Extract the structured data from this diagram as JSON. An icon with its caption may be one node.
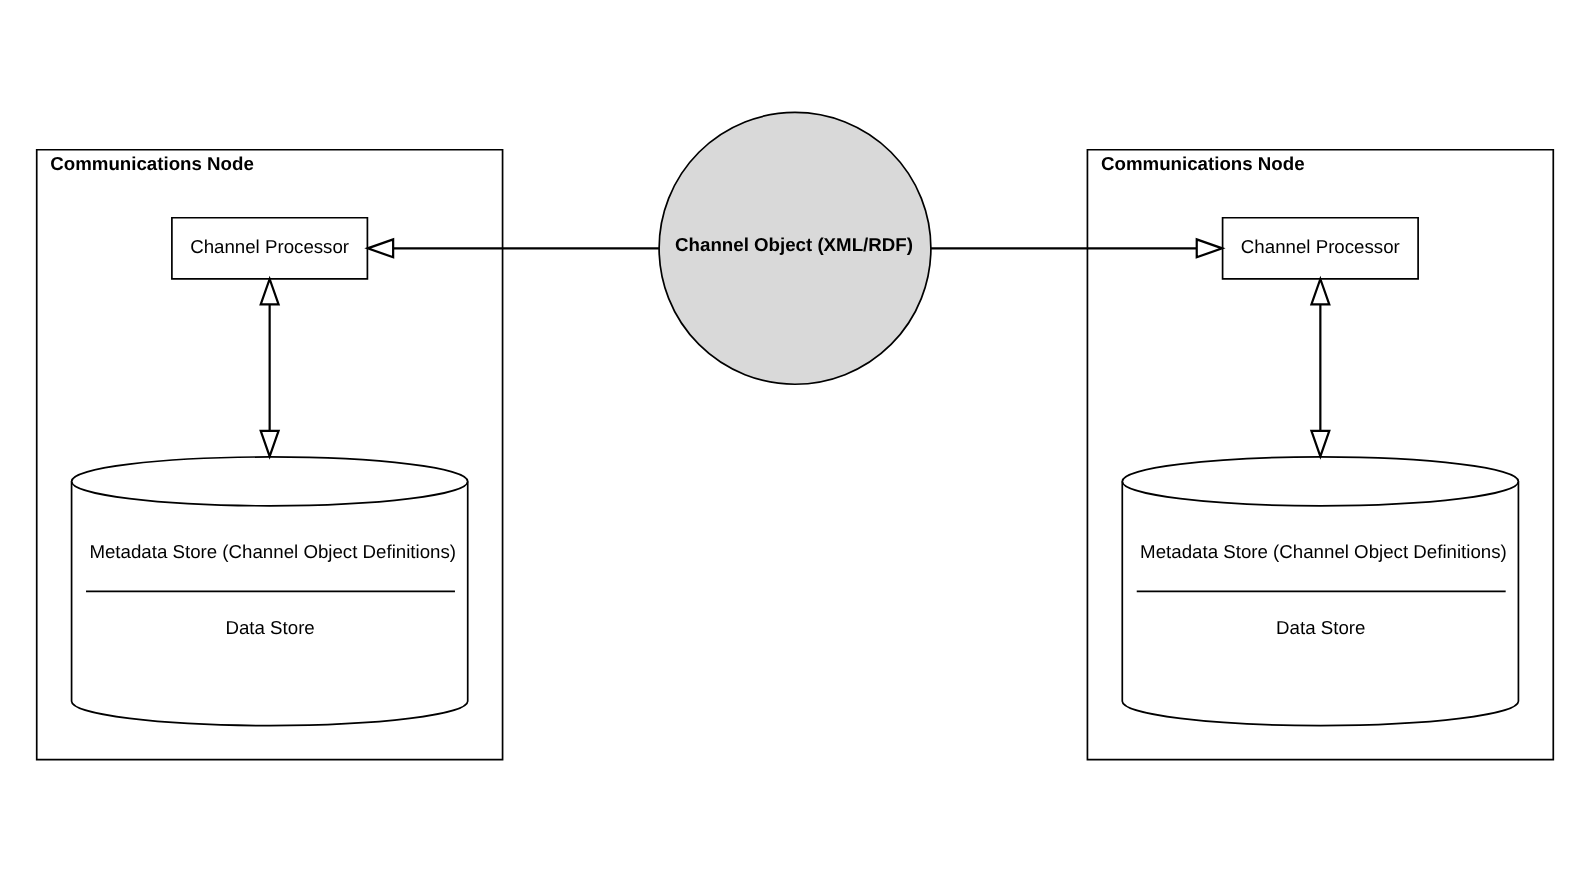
{
  "diagram": {
    "nodes": [
      {
        "text": [
          "Communications Node"
        ]
      },
      {
        "text": [
          "Channel Processor"
        ],
        "in": 0
      },
      {
        "text": [
          "Metadata Store (Channel Object Definitions)",
          "Data Store"
        ],
        "in": 0
      },
      {
        "text": [
          "Channel Object (XML/RDF)"
        ]
      },
      {
        "text": [
          "Communications Node"
        ]
      },
      {
        "text": [
          "Channel Processor"
        ],
        "in": 4
      },
      {
        "text": [
          "Metadata Store (Channel Object Definitions)",
          "Data Store"
        ],
        "in": 4
      }
    ],
    "edges": [
      {
        "from": 3,
        "to": 1,
        "arrow": "to"
      },
      {
        "from": 3,
        "to": 5,
        "arrow": "to"
      },
      {
        "from": 1,
        "to": 2,
        "arrow": "both"
      },
      {
        "from": 5,
        "to": 6,
        "arrow": "both"
      }
    ]
  }
}
